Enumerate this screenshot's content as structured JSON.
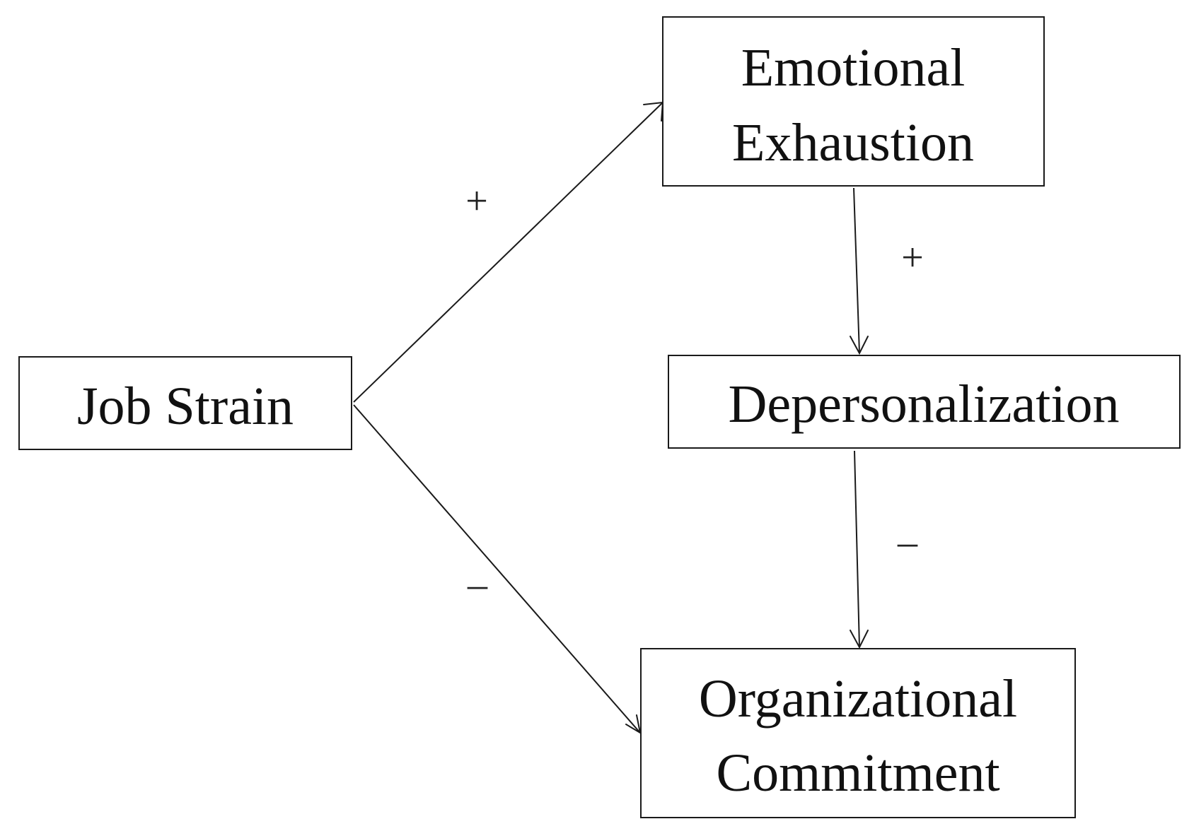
{
  "nodes": {
    "job_strain": {
      "label": "Job Strain"
    },
    "emotional_exhaustion": {
      "line1": "Emotional",
      "line2": "Exhaustion"
    },
    "depersonalization": {
      "label": "Depersonalization"
    },
    "organizational_commitment": {
      "line1": "Organizational",
      "line2": "Commitment"
    }
  },
  "edges": {
    "jobstrain_to_exhaustion": {
      "sign": "+"
    },
    "exhaustion_to_depersonalization": {
      "sign": "+"
    },
    "depersonalization_to_commitment": {
      "sign": "–"
    },
    "jobstrain_to_commitment": {
      "sign": "–"
    }
  }
}
